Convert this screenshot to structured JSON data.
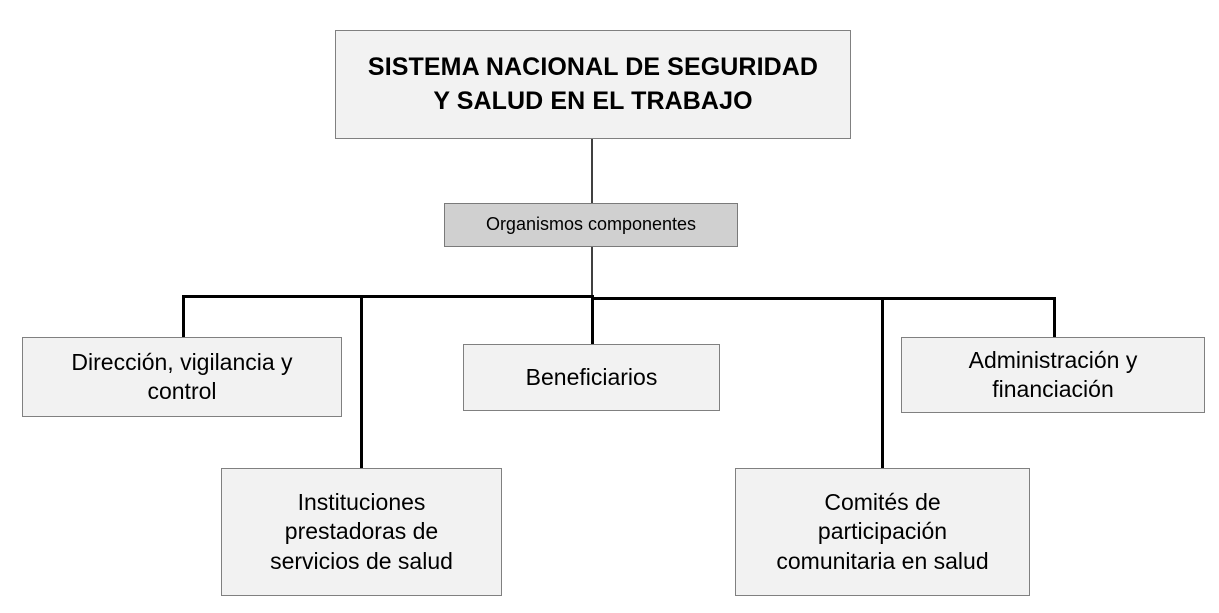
{
  "diagram": {
    "title": "SISTEMA NACIONAL DE SEGURIDAD Y SALUD EN EL TRABAJO",
    "root": {
      "label": "SISTEMA NACIONAL DE SEGURIDAD\nY SALUD EN EL TRABAJO"
    },
    "relation": {
      "label": "Organismos componentes"
    },
    "components": [
      {
        "label": "Dirección, vigilancia y\ncontrol"
      },
      {
        "label": "Instituciones\nprestadoras de\nservicios de salud"
      },
      {
        "label": "Beneficiarios"
      },
      {
        "label": "Comités de\nparticipación\ncomunitaria en salud"
      },
      {
        "label": "Administración y\nfinanciación"
      }
    ],
    "colors": {
      "box_fill": "#f2f2f2",
      "box_border": "#808080",
      "tag_fill": "#d0d0d0",
      "tag_border": "#7a7a7a",
      "connector": "#000000",
      "connector_thin": "#404040",
      "text": "#000000",
      "background": "#ffffff"
    }
  }
}
